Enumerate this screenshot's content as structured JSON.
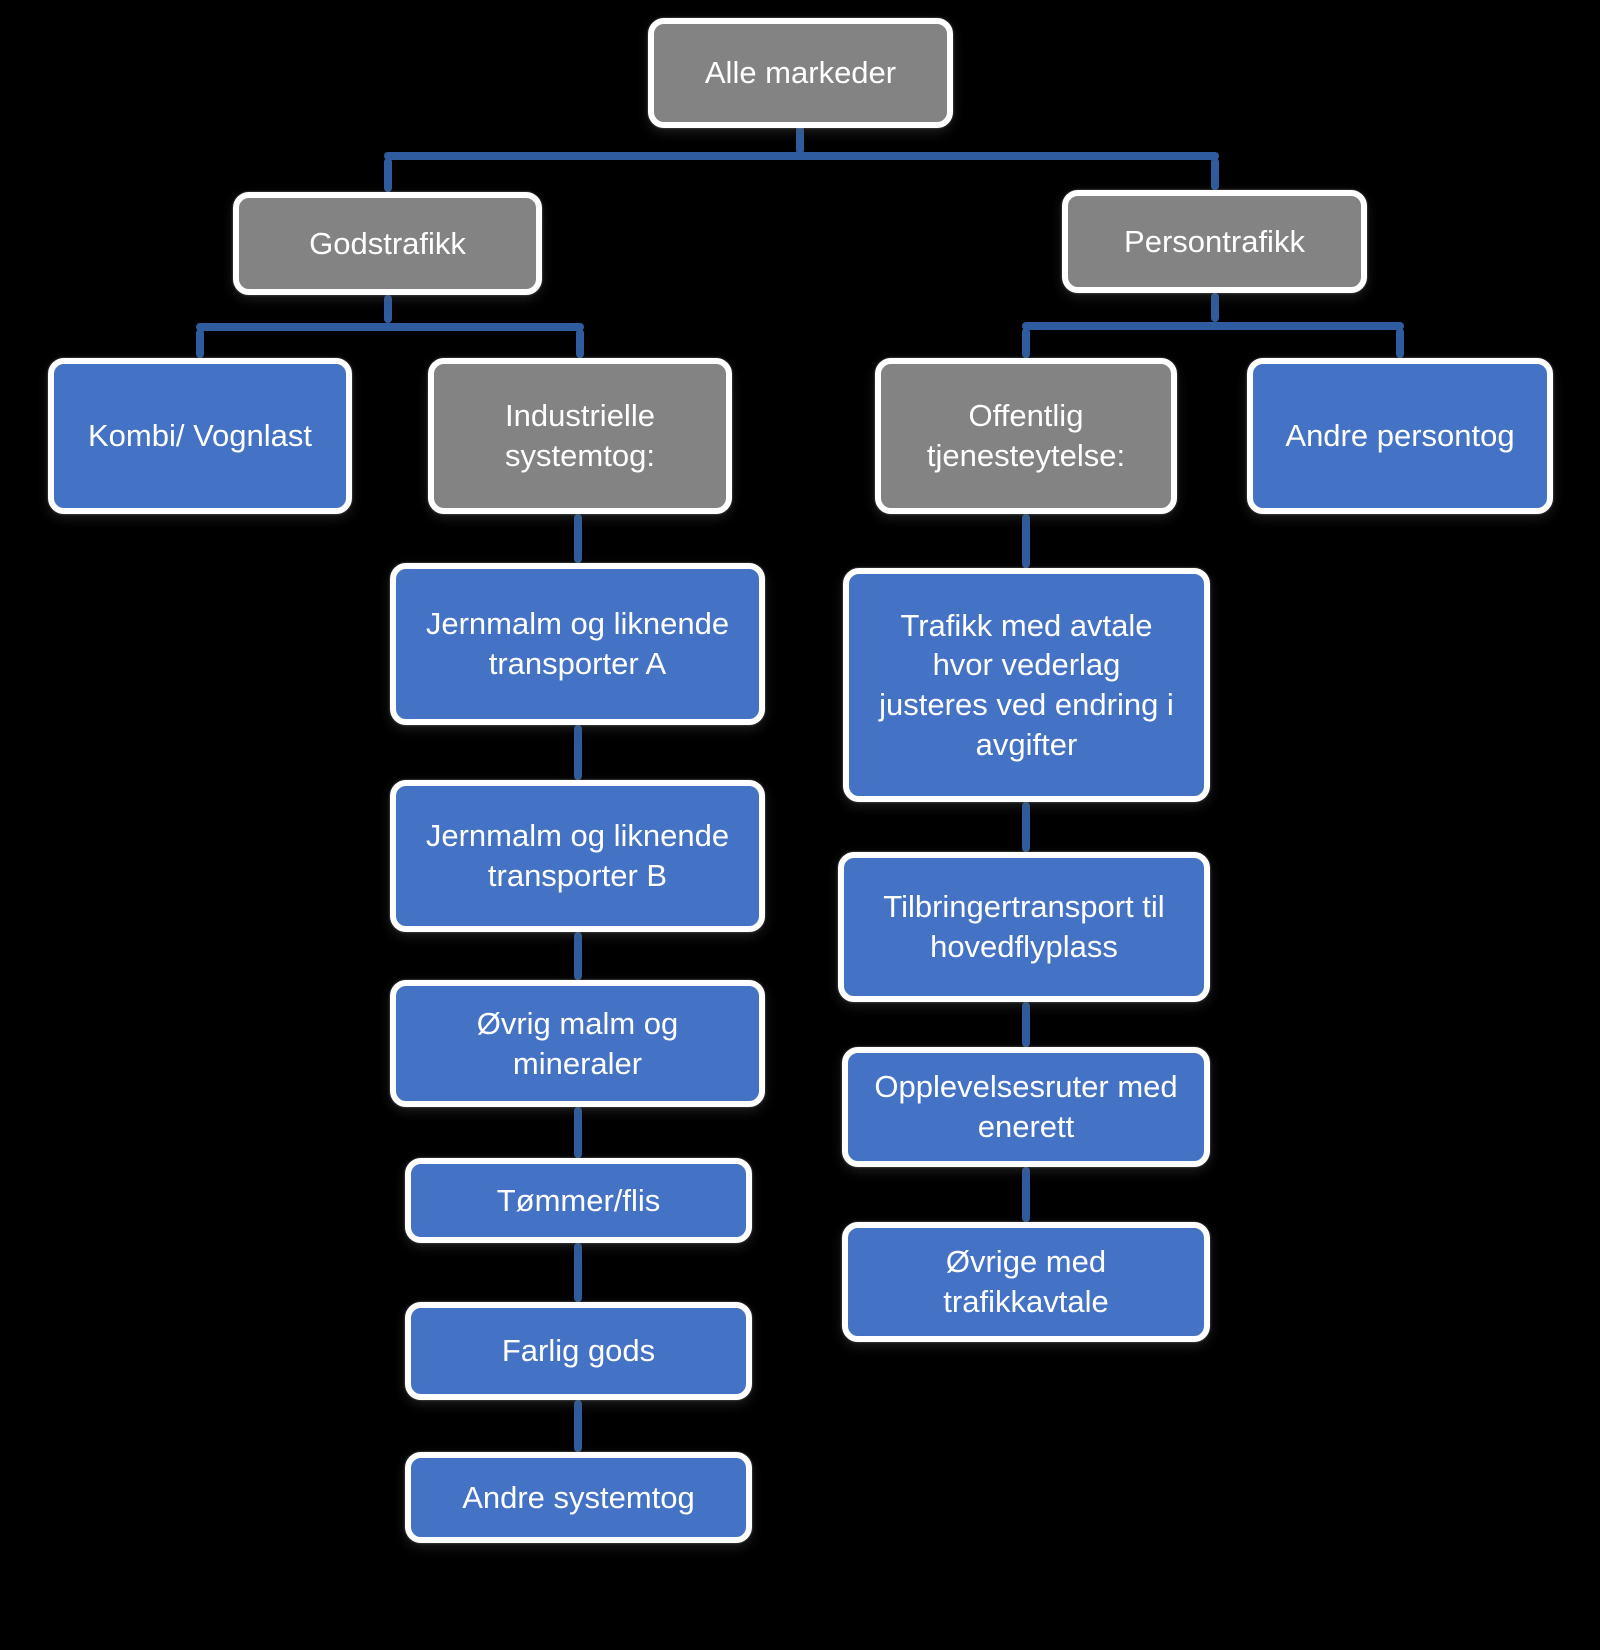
{
  "diagram_title": "",
  "colors": {
    "background": "#000000",
    "node_blue_fill": "#4472c4",
    "node_gray_fill": "#838383",
    "node_border": "#ffffff",
    "connector": "#2e5c9e",
    "text": "#ffffff"
  },
  "nodes": {
    "alle_markeder": {
      "label": "Alle markeder",
      "variant": "gray"
    },
    "godstrafikk": {
      "label": "Godstrafikk",
      "variant": "gray"
    },
    "persontrafikk": {
      "label": "Persontrafikk",
      "variant": "gray"
    },
    "kombi_vognlast": {
      "label": "Kombi/ Vognlast",
      "variant": "blue"
    },
    "industrielle_systemtog": {
      "label": "Industrielle\nsystemtog:",
      "variant": "gray"
    },
    "offentlig_tjenesteytelse": {
      "label": "Offentlig\ntjenesteytelse:",
      "variant": "gray"
    },
    "andre_persontog": {
      "label": "Andre persontog",
      "variant": "blue"
    },
    "jernmalm_a": {
      "label": "Jernmalm og liknende\ntransporter A",
      "variant": "blue"
    },
    "jernmalm_b": {
      "label": "Jernmalm og liknende\ntransporter B",
      "variant": "blue"
    },
    "ovrig_malm": {
      "label": "Øvrig malm og\nmineraler",
      "variant": "blue"
    },
    "tommer_flis": {
      "label": "Tømmer/flis",
      "variant": "blue"
    },
    "farlig_gods": {
      "label": "Farlig gods",
      "variant": "blue"
    },
    "andre_systemtog": {
      "label": "Andre systemtog",
      "variant": "blue"
    },
    "trafikk_med_avtale": {
      "label": "Trafikk med avtale\nhvor vederlag\njusteres ved endring i\navgifter",
      "variant": "blue"
    },
    "tilbringertransport": {
      "label": "Tilbringertransport til\nhovedflyplass",
      "variant": "blue"
    },
    "opplevelsesruter": {
      "label": "Opplevelsesruter med\nenerett",
      "variant": "blue"
    },
    "ovrige_med_trafikkavtale": {
      "label": "Øvrige med\ntrafikkavtale",
      "variant": "blue"
    }
  },
  "edges": [
    [
      "alle_markeder",
      "godstrafikk"
    ],
    [
      "alle_markeder",
      "persontrafikk"
    ],
    [
      "godstrafikk",
      "kombi_vognlast"
    ],
    [
      "godstrafikk",
      "industrielle_systemtog"
    ],
    [
      "industrielle_systemtog",
      "jernmalm_a"
    ],
    [
      "jernmalm_a",
      "jernmalm_b"
    ],
    [
      "jernmalm_b",
      "ovrig_malm"
    ],
    [
      "ovrig_malm",
      "tommer_flis"
    ],
    [
      "tommer_flis",
      "farlig_gods"
    ],
    [
      "farlig_gods",
      "andre_systemtog"
    ],
    [
      "persontrafikk",
      "offentlig_tjenesteytelse"
    ],
    [
      "persontrafikk",
      "andre_persontog"
    ],
    [
      "offentlig_tjenesteytelse",
      "trafikk_med_avtale"
    ],
    [
      "trafikk_med_avtale",
      "tilbringertransport"
    ],
    [
      "tilbringertransport",
      "opplevelsesruter"
    ],
    [
      "opplevelsesruter",
      "ovrige_med_trafikkavtale"
    ]
  ]
}
